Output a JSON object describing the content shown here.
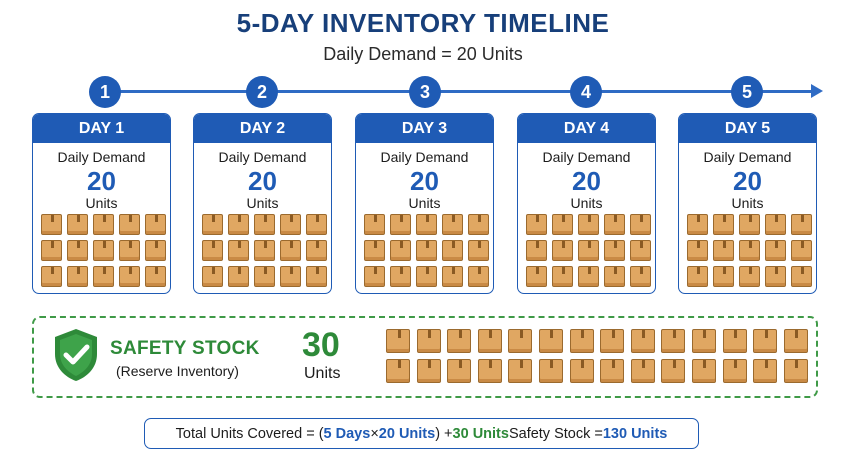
{
  "header": {
    "title": "5-DAY INVENTORY TIMELINE",
    "subtitle": "Daily Demand = 20 Units"
  },
  "timeline": {
    "steps": [
      "1",
      "2",
      "3",
      "4",
      "5"
    ]
  },
  "days": [
    {
      "header": "DAY 1",
      "label": "Daily Demand",
      "value": "20",
      "unit": "Units",
      "boxes": 15
    },
    {
      "header": "DAY 2",
      "label": "Daily Demand",
      "value": "20",
      "unit": "Units",
      "boxes": 15
    },
    {
      "header": "DAY 3",
      "label": "Daily Demand",
      "value": "20",
      "unit": "Units",
      "boxes": 15
    },
    {
      "header": "DAY 4",
      "label": "Daily Demand",
      "value": "20",
      "unit": "Units",
      "boxes": 15
    },
    {
      "header": "DAY 5",
      "label": "Daily Demand",
      "value": "20",
      "unit": "Units",
      "boxes": 15
    }
  ],
  "safety_stock": {
    "title": "SAFETY STOCK",
    "subtitle": "(Reserve Inventory)",
    "value": "30",
    "unit": "Units",
    "boxes": 28
  },
  "summary": {
    "prefix": "Total Units Covered = (",
    "days": "5 Days",
    "times": " × ",
    "per_day": "20 Units",
    "close_plus": ") + ",
    "safety": "30 Units",
    "safety_label": " Safety Stock = ",
    "total": "130 Units"
  },
  "colors": {
    "primary_blue": "#1f5bb5",
    "title_navy": "#173f7a",
    "green": "#2e8a39",
    "box_fill": "#e0a762",
    "box_tape": "#8a5a23"
  },
  "icons": {
    "box": "cardboard-box-icon",
    "shield": "shield-check-icon"
  }
}
